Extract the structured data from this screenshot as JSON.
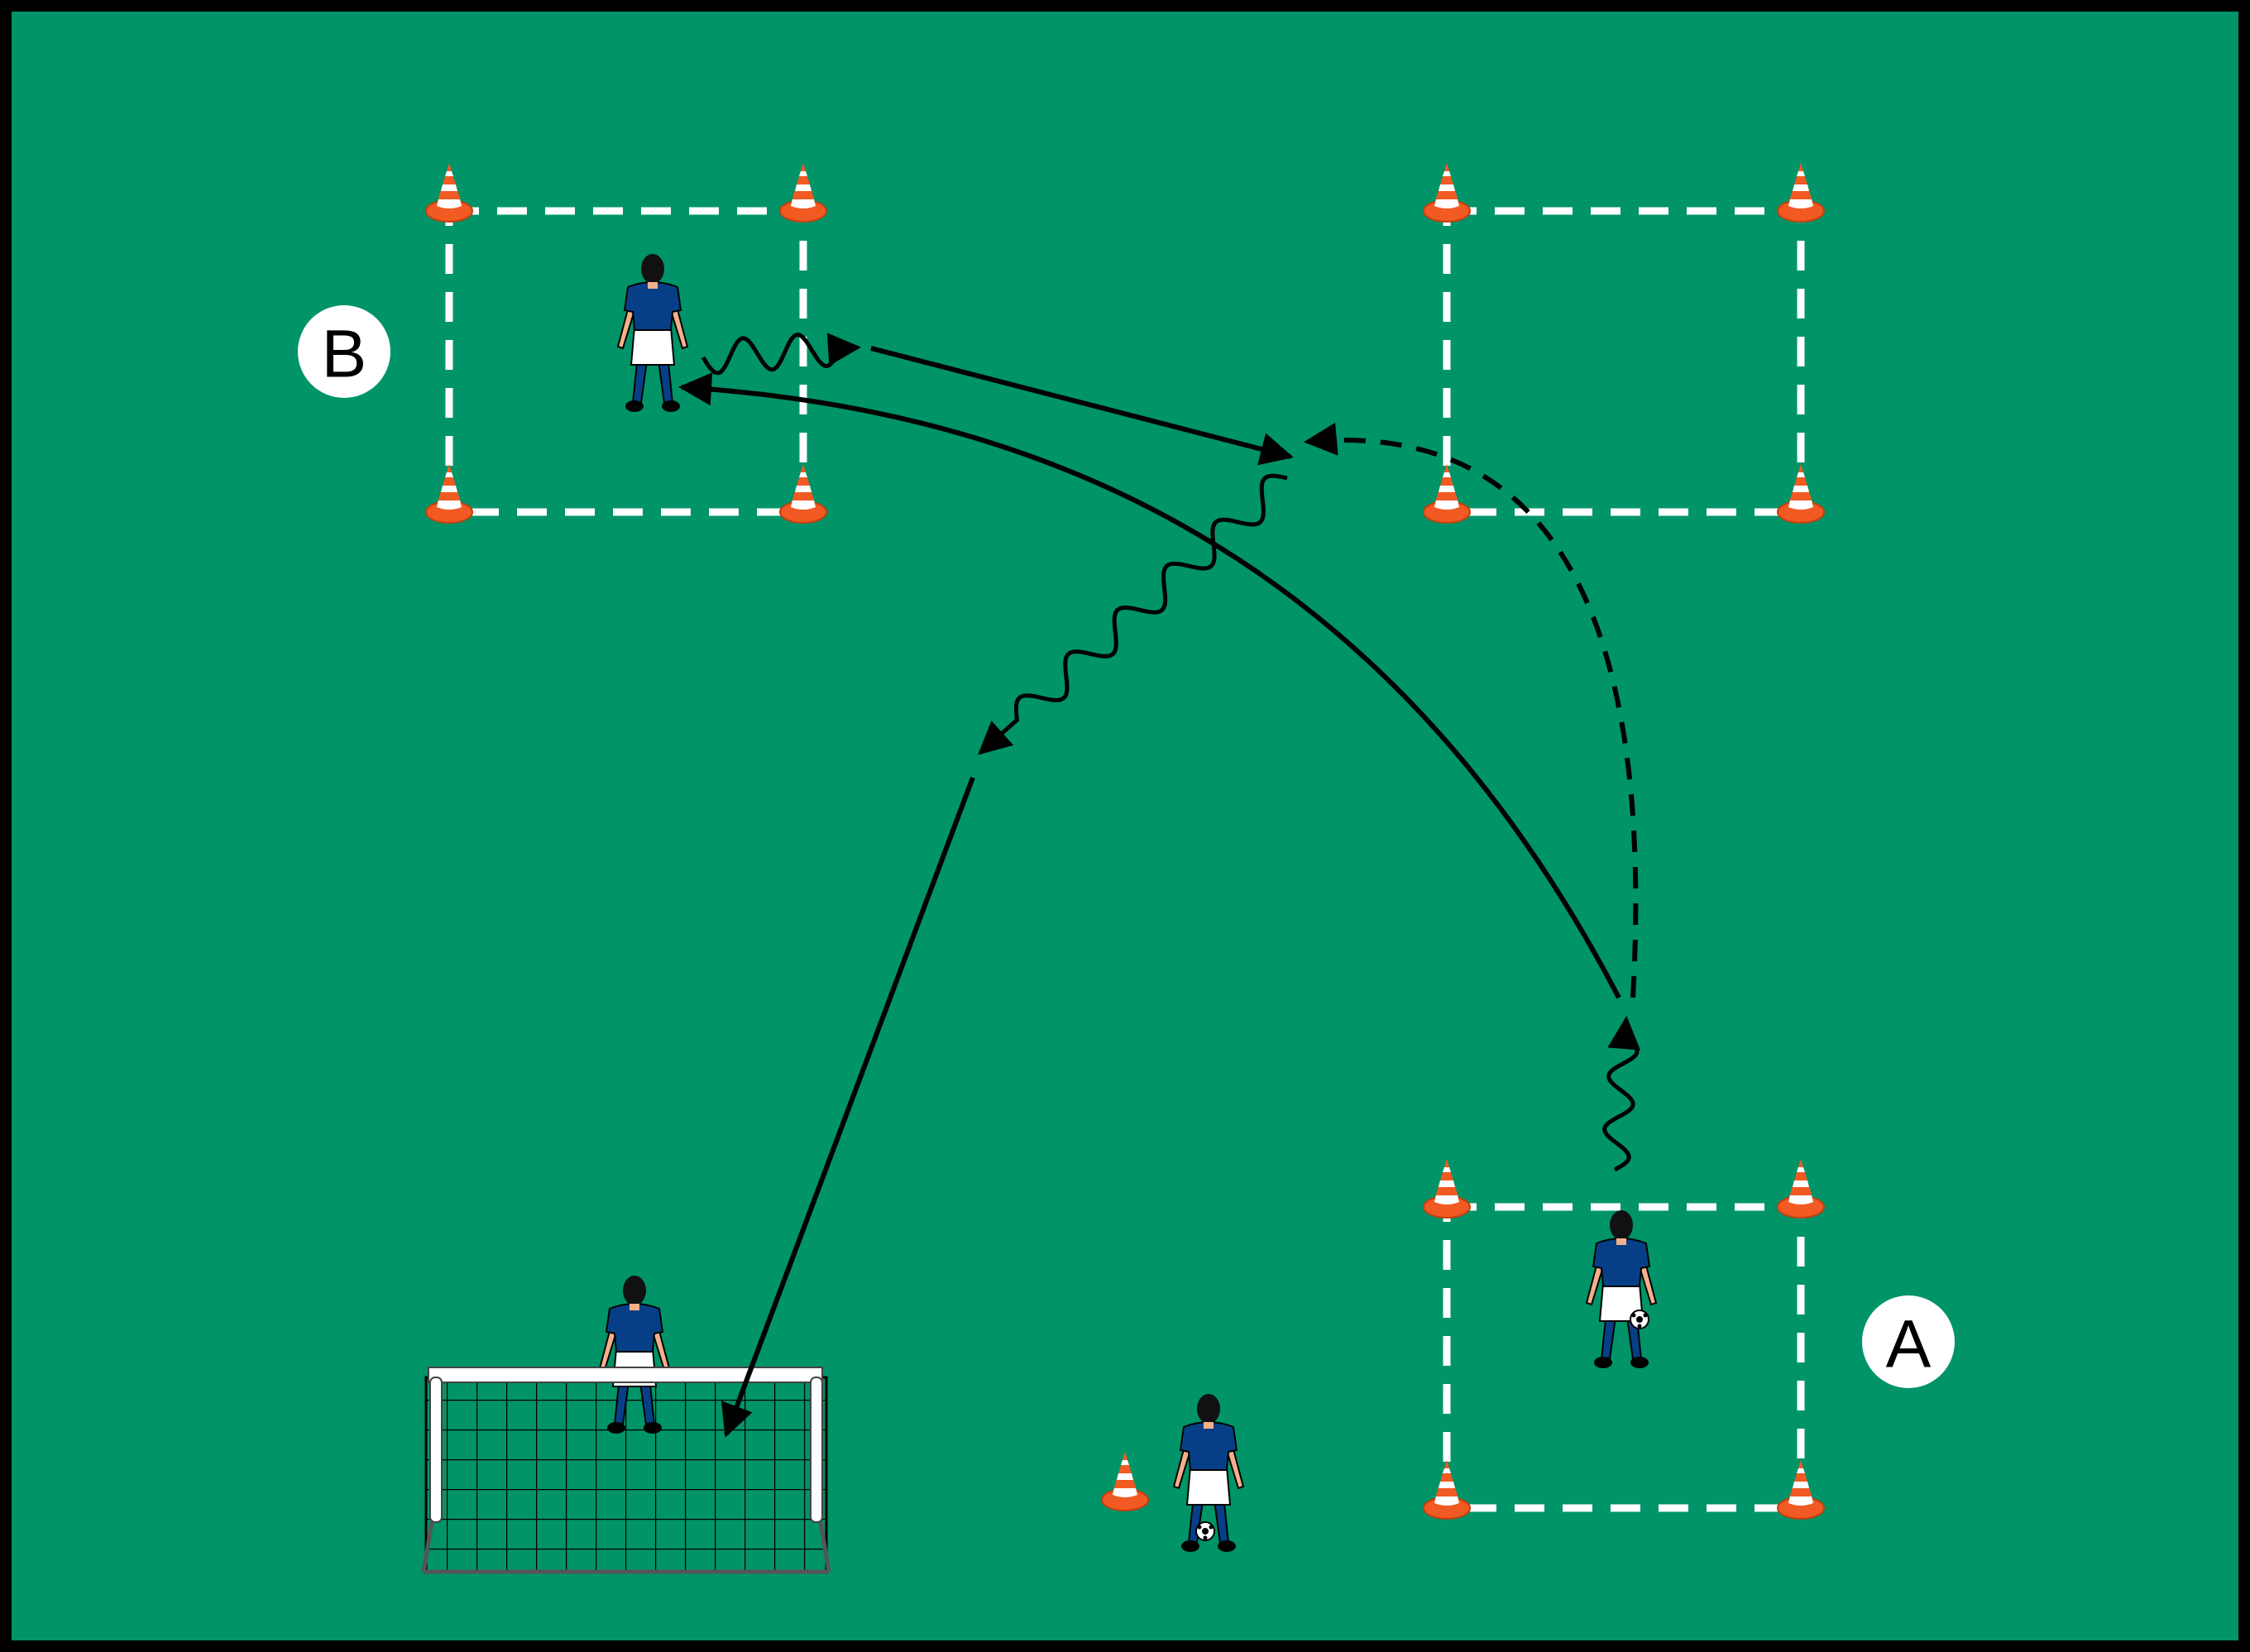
{
  "diagram": {
    "type": "soccer-drill",
    "labels": {
      "a": "A",
      "b": "B"
    },
    "colors": {
      "pitch": "#009468",
      "border": "#000000",
      "shirt": "#063f87",
      "shorts": "#ffffff",
      "cone": "#f15a22",
      "lines": "#ffffff",
      "arrows": "#000000"
    },
    "icons": [
      "cone-icon",
      "player-icon",
      "goal-icon",
      "ball-icon"
    ],
    "arrow_types": {
      "pass": "solid",
      "dribble": "wavy",
      "run": "dashed"
    }
  }
}
